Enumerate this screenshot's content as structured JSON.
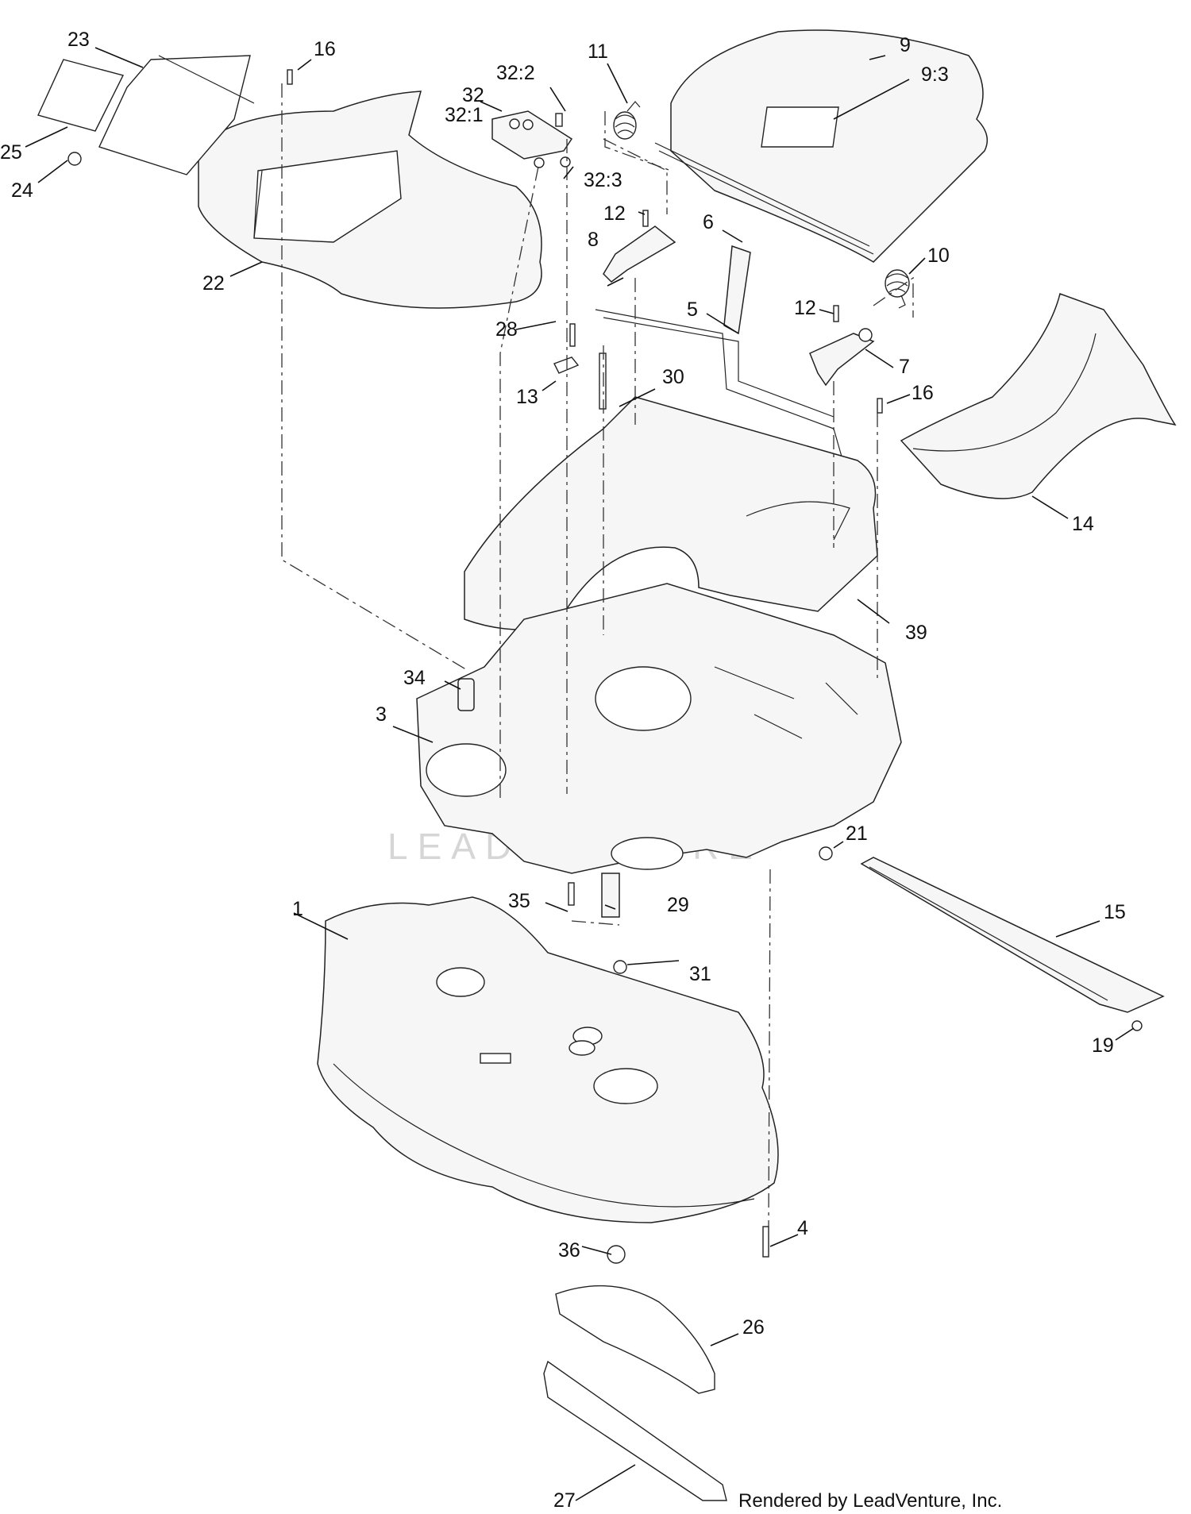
{
  "diagram": {
    "callouts": [
      {
        "id": "c1",
        "text": "1"
      },
      {
        "id": "c3",
        "text": "3"
      },
      {
        "id": "c4",
        "text": "4"
      },
      {
        "id": "c5",
        "text": "5"
      },
      {
        "id": "c6",
        "text": "6"
      },
      {
        "id": "c7",
        "text": "7"
      },
      {
        "id": "c8",
        "text": "8"
      },
      {
        "id": "c9",
        "text": "9"
      },
      {
        "id": "c9_3",
        "text": "9:3"
      },
      {
        "id": "c10",
        "text": "10"
      },
      {
        "id": "c11",
        "text": "11"
      },
      {
        "id": "c12a",
        "text": "12"
      },
      {
        "id": "c12b",
        "text": "12"
      },
      {
        "id": "c13",
        "text": "13"
      },
      {
        "id": "c14",
        "text": "14"
      },
      {
        "id": "c15",
        "text": "15"
      },
      {
        "id": "c16a",
        "text": "16"
      },
      {
        "id": "c16b",
        "text": "16"
      },
      {
        "id": "c19",
        "text": "19"
      },
      {
        "id": "c21",
        "text": "21"
      },
      {
        "id": "c22",
        "text": "22"
      },
      {
        "id": "c23",
        "text": "23"
      },
      {
        "id": "c24",
        "text": "24"
      },
      {
        "id": "c25",
        "text": "25"
      },
      {
        "id": "c26",
        "text": "26"
      },
      {
        "id": "c27",
        "text": "27"
      },
      {
        "id": "c28",
        "text": "28"
      },
      {
        "id": "c29",
        "text": "29"
      },
      {
        "id": "c30",
        "text": "30"
      },
      {
        "id": "c31",
        "text": "31"
      },
      {
        "id": "c32",
        "text": "32"
      },
      {
        "id": "c32_1",
        "text": "32:1"
      },
      {
        "id": "c32_2",
        "text": "32:2"
      },
      {
        "id": "c32_3",
        "text": "32:3"
      },
      {
        "id": "c34",
        "text": "34"
      },
      {
        "id": "c35",
        "text": "35"
      },
      {
        "id": "c36",
        "text": "36"
      },
      {
        "id": "c39",
        "text": "39"
      }
    ],
    "credit": "Rendered by LeadVenture, Inc.",
    "watermark": "LEADVENTURE"
  }
}
